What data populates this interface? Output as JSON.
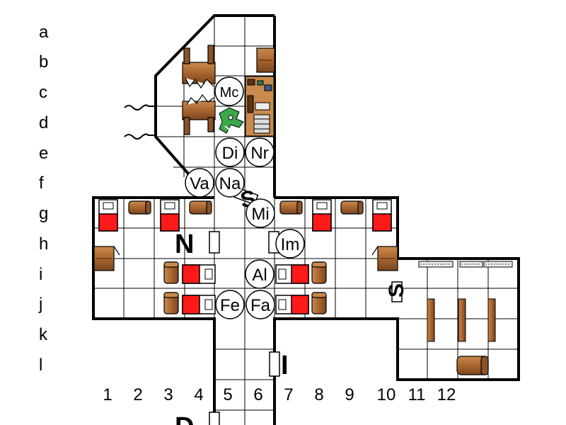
{
  "map": {
    "row_labels": [
      "a",
      "b",
      "c",
      "d",
      "e",
      "f",
      "g",
      "h",
      "i",
      "j",
      "k",
      "l"
    ],
    "col_labels": [
      "1",
      "2",
      "3",
      "4",
      "5",
      "6",
      "7",
      "8",
      "9",
      "10",
      "11",
      "12"
    ],
    "tokens": [
      {
        "label": "Mc"
      },
      {
        "label": "Di"
      },
      {
        "label": "Nr"
      },
      {
        "label": "Va"
      },
      {
        "label": "Na"
      },
      {
        "label": "Mi"
      },
      {
        "label": "Im"
      },
      {
        "label": "Al"
      },
      {
        "label": "Fe"
      },
      {
        "label": "Fa"
      }
    ],
    "map_letters": {
      "n": "N",
      "s_top": "S",
      "s_right": "S",
      "i_lower": "I",
      "d_bottom": "D"
    },
    "colors": {
      "wall": "#000000",
      "grid": "#000000",
      "bed_red": "#ff1a1a",
      "wood": "#b06a35",
      "wood_dark": "#7a4520",
      "token_fill": "#ffffff"
    }
  }
}
